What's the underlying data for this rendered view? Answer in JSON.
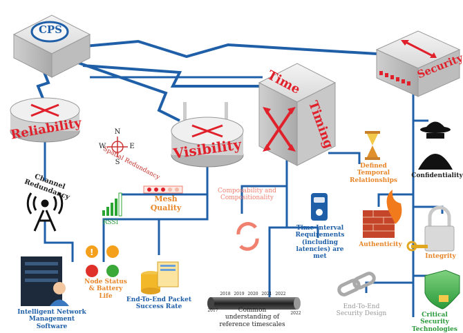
{
  "nodes": {
    "cps": "CPS",
    "security": "Security",
    "reliability": "Reliability",
    "visibility": "Visibility",
    "time": "Time",
    "timing": "Timing"
  },
  "labels": {
    "spatial_redundancy": "Spatial Redundancy",
    "channel_redundancy": "Channel Redundancy",
    "mesh_quality": "Mesh Quality",
    "rssi": "RSSI",
    "node_status": "Node Status & Battery Life",
    "e2e_packet": "End-To-End Packet Success Rate",
    "intelligent_nms": "Intelligent Network Management Software",
    "composability": "Composability and Compositionality",
    "common_understanding": "Common understanding of reference timescales",
    "time_interval": "Time Interval Requirements (including latencies) are met",
    "defined_temporal": "Defined Temporal Relationships",
    "confidentiality": "Confidentiality",
    "authenticity": "Authenticity",
    "integrity": "Integrity",
    "e2e_security": "End-To-End Security Design",
    "critical_security": "Critical Security Technologies"
  },
  "compass": {
    "n": "N",
    "s": "S",
    "e": "E",
    "w": "W"
  },
  "timeline_years": [
    "2017",
    "2018",
    "2019",
    "2020",
    "2021",
    "2022",
    "2022"
  ],
  "colors": {
    "line_blue": "#1f5fa8",
    "node_red": "#e0202a",
    "orange": "#e8862a",
    "salmon": "#f08070"
  }
}
